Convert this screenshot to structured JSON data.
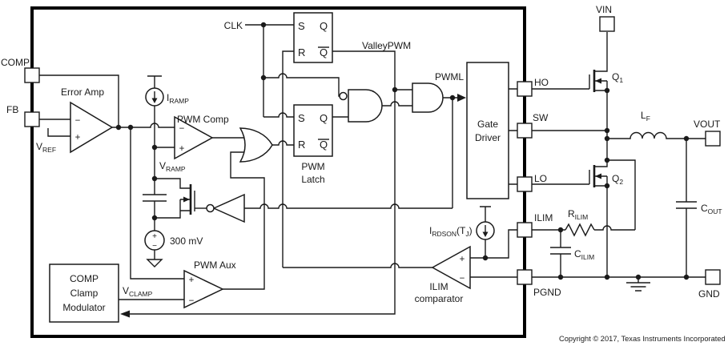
{
  "diagram": {
    "copyright": "Copyright © 2017, Texas Instruments Incorporated",
    "signals": {
      "clk": "CLK",
      "valleypwm": "ValleyPWM",
      "pwml": "PWML"
    },
    "pins": {
      "comp": "COMP",
      "fb": "FB",
      "ho": "HO",
      "sw": "SW",
      "lo": "LO",
      "ilim": "ILIM",
      "pgnd": "PGND",
      "vin": "VIN",
      "vout": "VOUT",
      "gnd": "GND"
    },
    "blocks": {
      "error_amp": "Error Amp",
      "pwm_comp": "PWM Comp",
      "pwm_latch_1": "PWM",
      "pwm_latch_2": "Latch",
      "gate_driver_1": "Gate",
      "gate_driver_2": "Driver",
      "pwm_aux": "PWM Aux",
      "modulator_1": "COMP",
      "modulator_2": "Clamp",
      "modulator_3": "Modulator",
      "ilim_comp_1": "ILIM",
      "ilim_comp_2": "comparator"
    },
    "latch": {
      "s": "S",
      "r": "R",
      "q": "Q",
      "qbar": "Q"
    },
    "parts": {
      "vref": {
        "base": "V",
        "sub": "REF"
      },
      "iramp": {
        "base": "I",
        "sub": "RAMP"
      },
      "vramp": {
        "base": "V",
        "sub": "RAMP"
      },
      "vclamp": {
        "base": "V",
        "sub": "CLAMP"
      },
      "q1": {
        "base": "Q",
        "sub": "1"
      },
      "q2": {
        "base": "Q",
        "sub": "2"
      },
      "lf": {
        "base": "L",
        "sub": "F"
      },
      "cout": {
        "base": "C",
        "sub": "OUT"
      },
      "rilim": {
        "base": "R",
        "sub": "ILIM"
      },
      "cilim": {
        "base": "C",
        "sub": "ILIM"
      },
      "irdson": {
        "base": "I",
        "sub": "RDSON",
        "base2": "(T",
        "sub2": "J",
        "base3": ")"
      },
      "v300": "300 mV"
    },
    "ops": {
      "plus": "+",
      "minus": "−"
    }
  }
}
